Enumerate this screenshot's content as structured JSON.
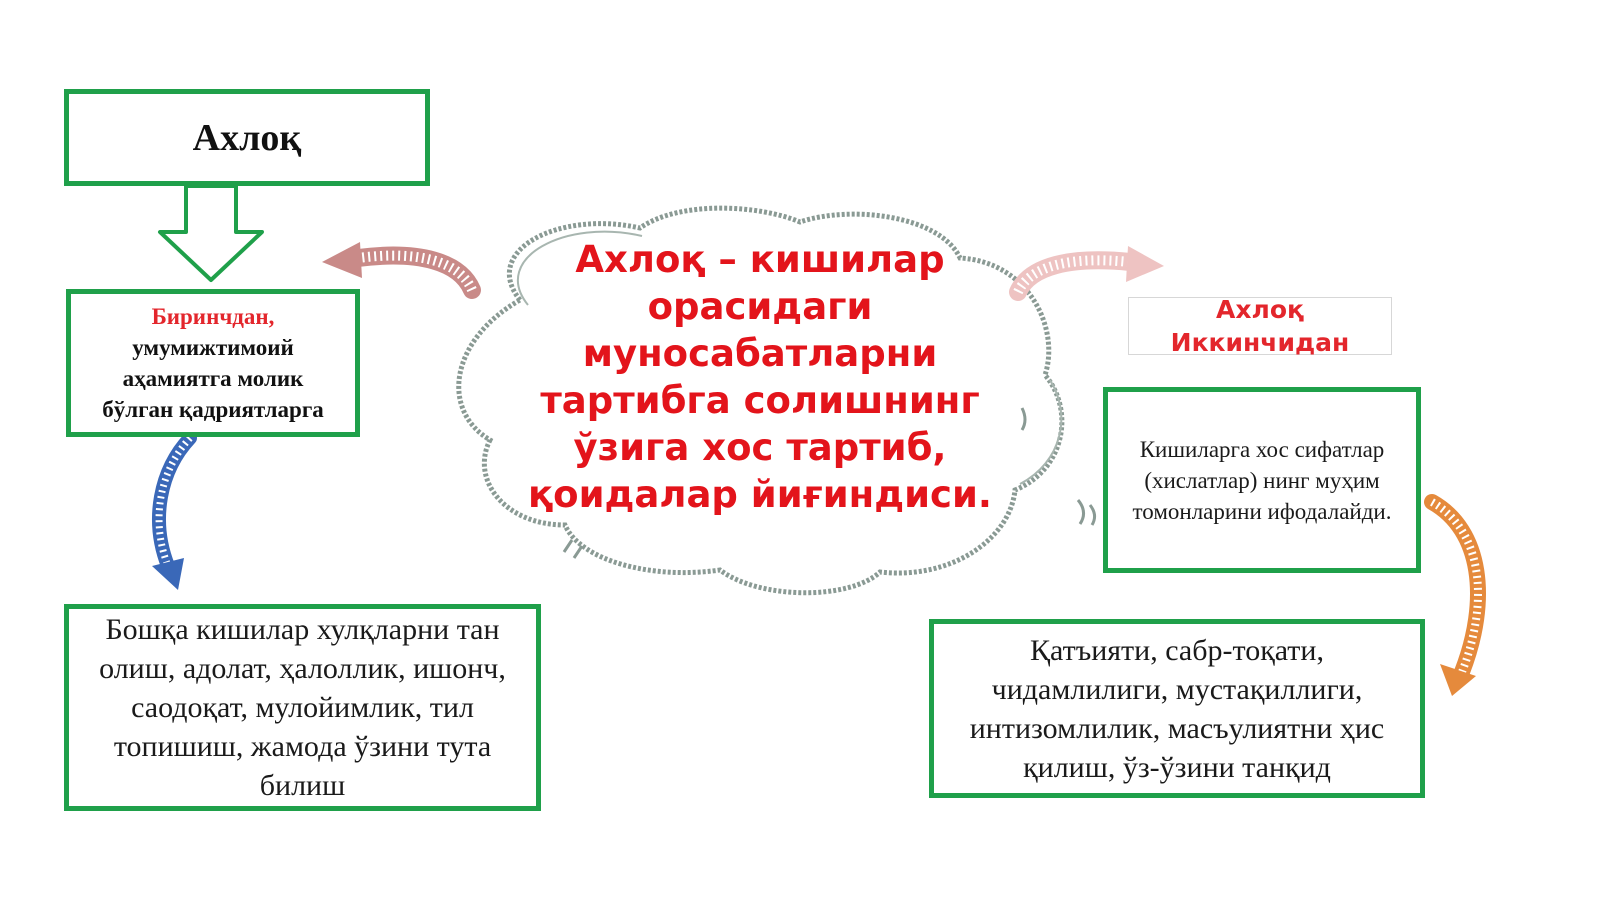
{
  "title": "Ахлоқ",
  "first": {
    "heading": "Биринчдан,",
    "lines": [
      "умумижтимоий",
      "аҳамиятга молик",
      "бўлган қадриятларга"
    ]
  },
  "center": {
    "lines": [
      "Ахлоқ – кишилар",
      "орасидаги",
      "муносабатларни",
      "тартибга солишнинг",
      "ўзига хос тартиб,",
      "қоидалар йиғиндиси."
    ]
  },
  "second_label": {
    "line1": "Ахлоқ",
    "line2": "Иккинчидан"
  },
  "second_desc": "Кишиларга хос сифатлар (хислатлар) нинг муҳим томонларини ифодалайди.",
  "left_values": "Бошқа кишилар хулқларни тан олиш, адолат, ҳалоллик, ишонч, саодоқат, мулойимлик, тил топишиш, жамода ўзини тута билиш",
  "right_values": "Қатъияти, сабр-тоқати, чидамлилиги, мустақиллиги, интизомлилик, масъулиятни ҳис қилиш, ўз-ўзини танқид",
  "colors": {
    "box_border": "#1fa04a",
    "accent_red": "#e3262c",
    "arrow_blue": "#3a68b8",
    "arrow_orange": "#e58a3c",
    "arrow_pink": "#c98a88",
    "cloud_stroke": "#8a9a94"
  }
}
